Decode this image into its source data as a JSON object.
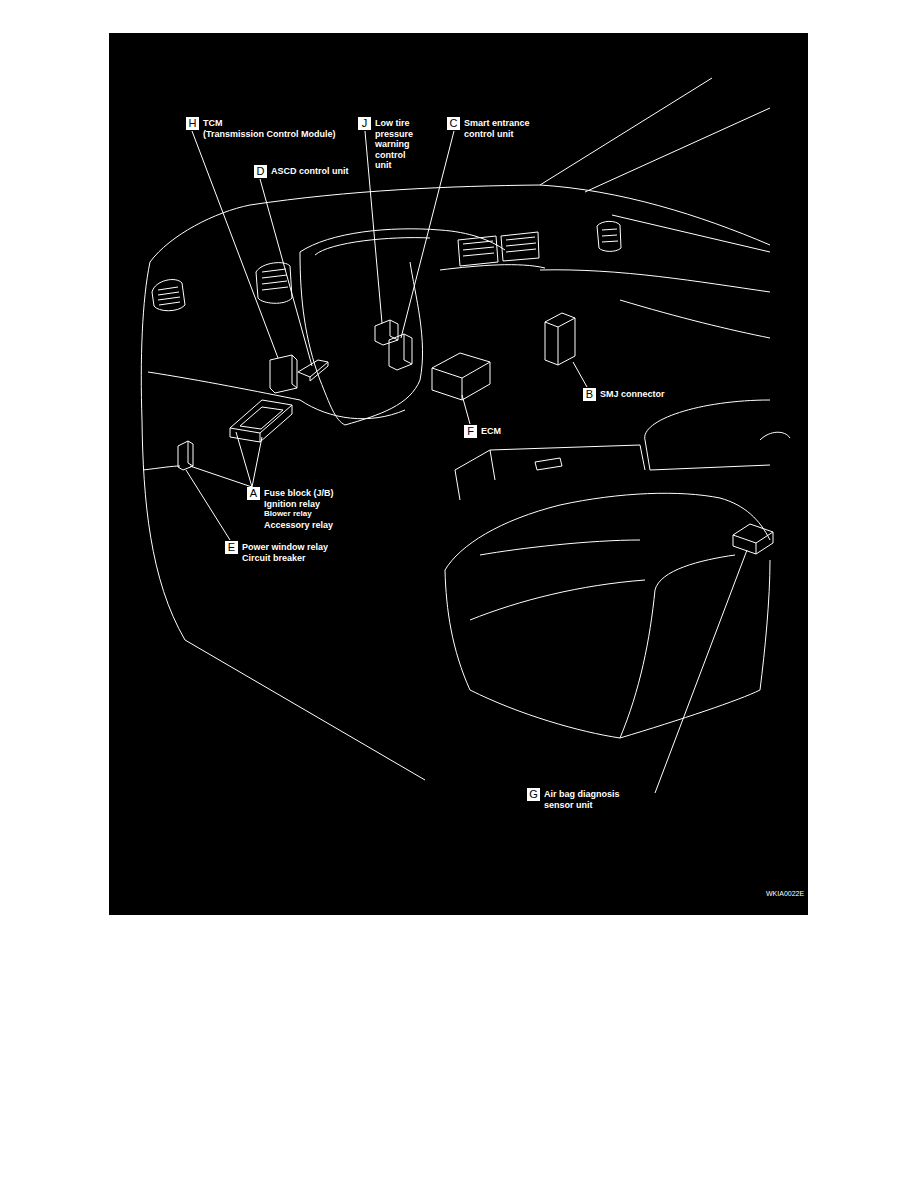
{
  "diagram": {
    "nodes": [
      {
        "text": [
          "H",
          "TCM",
          "(Transmission Control Module)"
        ]
      },
      {
        "text": [
          "J",
          "Low tire pressure warning control unit"
        ]
      },
      {
        "text": [
          "C",
          "Smart entrance control unit"
        ]
      },
      {
        "text": [
          "D",
          "ASCD control unit"
        ]
      },
      {
        "text": [
          "B",
          "SMJ connector"
        ]
      },
      {
        "text": [
          "F",
          "ECM"
        ]
      },
      {
        "text": [
          "A",
          "Fuse block (J/B)",
          "Ignition relay",
          "Blower relay",
          "Accessory relay"
        ]
      },
      {
        "text": [
          "E",
          "Power window relay",
          "Circuit breaker"
        ]
      },
      {
        "text": [
          "G",
          "Air bag diagnosis sensor unit"
        ]
      }
    ],
    "labels": [
      "WKIA0022E"
    ]
  }
}
